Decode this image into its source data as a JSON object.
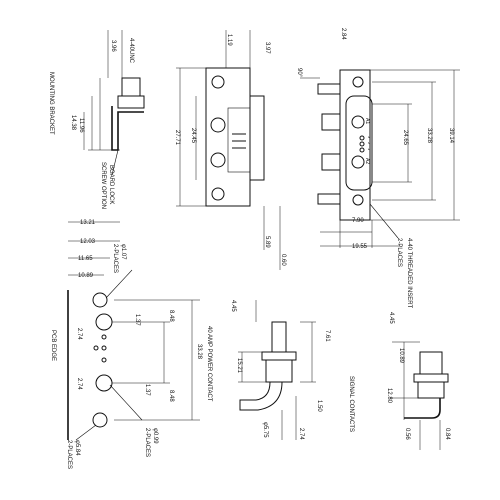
{
  "labels": {
    "mounting_bracket": "MOUNTING BRACKET",
    "board_lock": "BOARD LOCK",
    "screw_option": "SCREW OPTION",
    "pcb_edge": "PCB EDGE",
    "power_contact": "40 AMP POWER CONTACT",
    "signal_contacts": "SIGNAL CONTACTS",
    "threaded_insert": "4-40 THREADED INSERT",
    "places_2a": "2-PLACES",
    "places_2b": "2-PLACES",
    "places_2c": "2-PLACES",
    "places_2d": "2-PLACES",
    "screw_4_40": "4-40UNC",
    "pin_a1": "A1",
    "pin_a2": "A2",
    "pin_3": "3",
    "pin_2": "2",
    "pin_1": "1",
    "angle": "90°"
  },
  "dims": {
    "d3_96": "3.96",
    "d11_96": "11.96",
    "d14_38": "14.38",
    "d1_19": "1.19",
    "d3_97": "3.97",
    "d27_71": "27.71",
    "d24_45": "24.45",
    "d5_89": "5.89",
    "d0_60": "0.60",
    "d2_84": "2.84",
    "d24_65": "24.65",
    "d33_28": "33.28",
    "d39_14": "39.14",
    "d7_90": "7.90",
    "d19_55": "19.55",
    "d13_21": "13.21",
    "d12_03": "12.03",
    "d11_65": "11.65",
    "d10_89": "10.89",
    "d1_07": "φ1.07",
    "d2_74a": "2.74",
    "d2_74b": "2.74",
    "d8_48a": "8.48",
    "d8_48b": "8.48",
    "d1_37a": "1.37",
    "d1_37b": "1.37",
    "d33_28b": "33.28",
    "d5_84": "φ5.84",
    "d0_99": "φ0.99",
    "d4_45a": "4.45",
    "d7_61": "7.61",
    "d15_21": "15.21",
    "d1_50": "1.50",
    "d5_75": "φ5.75",
    "d2_74c": "2.74",
    "d4_45b": "4.45",
    "d10_89b": "10.89",
    "d12_80": "12.80",
    "d0_56": "0.56",
    "d0_84": "0.84"
  }
}
